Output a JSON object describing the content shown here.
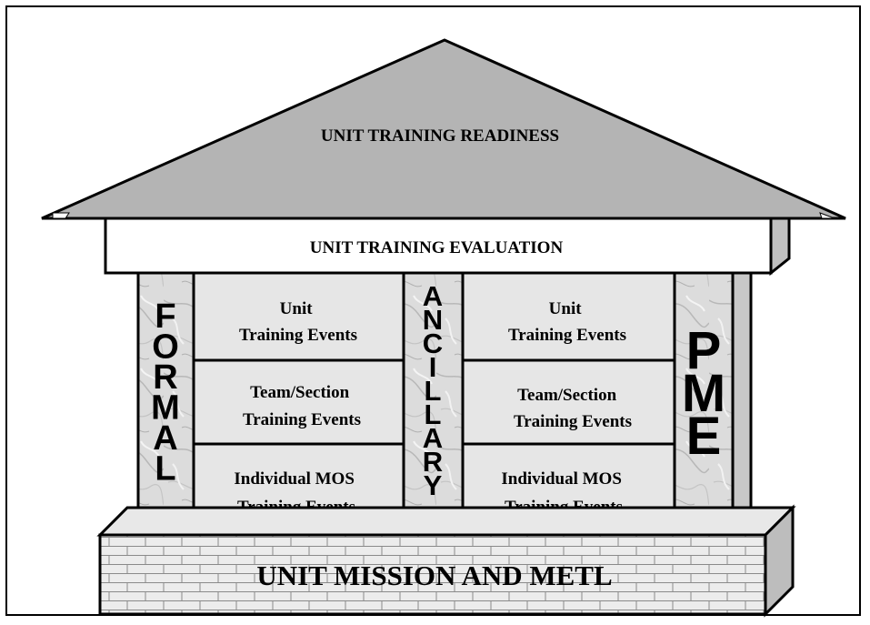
{
  "roof": {
    "label": "UNIT TRAINING READINESS"
  },
  "beam": {
    "label": "UNIT TRAINING EVALUATION"
  },
  "foundation": {
    "label": "UNIT MISSION AND METL"
  },
  "pillars": {
    "left": {
      "label": "FORMAL"
    },
    "center": {
      "label": "ANCILLARY"
    },
    "right": {
      "label": "PME"
    }
  },
  "blocks": {
    "left": [
      {
        "line1": "Unit",
        "line2": "Training Events"
      },
      {
        "line1": "Team/Section",
        "line2": "Training Events"
      },
      {
        "line1": "Individual MOS",
        "line2": "Training Events"
      }
    ],
    "right": [
      {
        "line1": "Unit",
        "line2": "Training Events"
      },
      {
        "line1": "Team/Section",
        "line2": "Training Events"
      },
      {
        "line1": "Individual MOS",
        "line2": "Training Events"
      }
    ]
  },
  "colors": {
    "roof": "#b4b4b4",
    "block": "#e6e6e6",
    "side": "#c0c0c0",
    "brick": "#ececec",
    "marble": "#dcdcdc"
  }
}
